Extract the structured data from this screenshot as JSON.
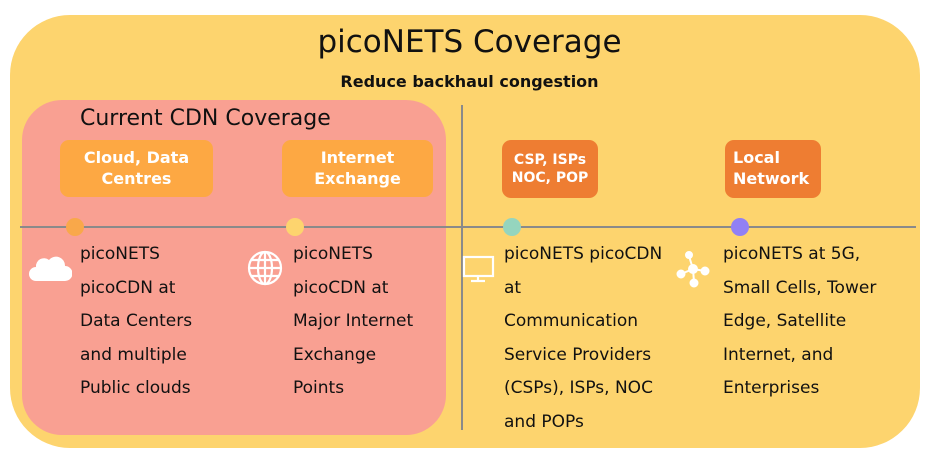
{
  "title": "picoNETS Coverage",
  "subtitle": "Reduce backhaul congestion",
  "cdn_label": "Current CDN Coverage",
  "columns": [
    {
      "tag": "Cloud, Data Centres",
      "dot_color": "#F9A84A",
      "icon": "cloud-icon",
      "lines": [
        "picoNETS",
        "picoCDN at",
        "Data Centers",
        "and multiple",
        "Public clouds"
      ]
    },
    {
      "tag": "Internet Exchange",
      "dot_color": "#FDD46E",
      "icon": "globe-icon",
      "lines": [
        "picoNETS",
        "picoCDN at",
        "Major Internet",
        "Exchange",
        "Points"
      ]
    },
    {
      "tag": "CSP, ISPs NOC, POP",
      "dot_color": "#95D5BE",
      "icon": "monitor-icon",
      "lines": [
        "picoNETS picoCDN",
        "at",
        "Communication",
        "Service Providers",
        "(CSPs), ISPs, NOC",
        "and POPs"
      ]
    },
    {
      "tag": "Local Network",
      "dot_color": "#9180F4",
      "icon": "network-icon",
      "lines": [
        "picoNETS at 5G,",
        "Small Cells, Tower",
        "Edge, Satellite",
        "Internet, and",
        "Enterprises"
      ]
    }
  ]
}
